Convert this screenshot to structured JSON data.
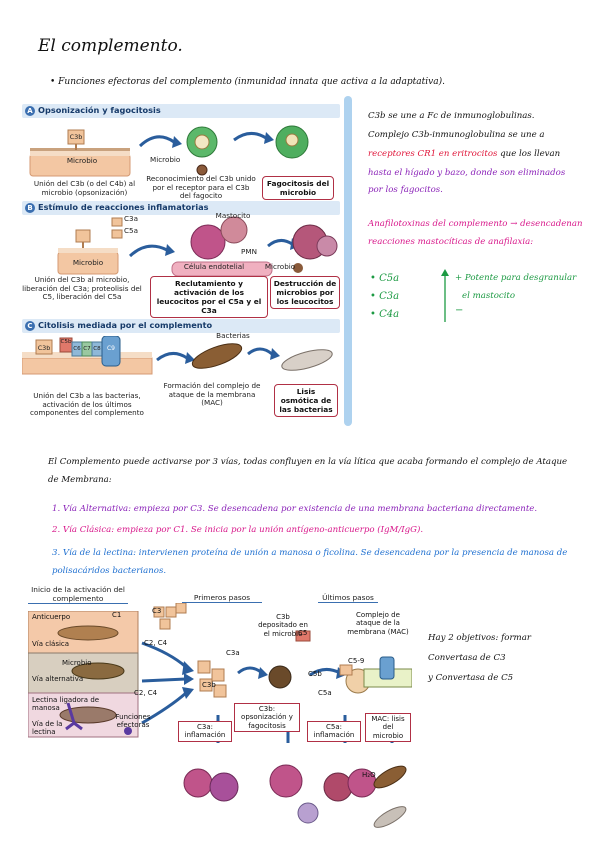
{
  "title": "El complemento.",
  "intro": "• Funciones efectoras del complemento (inmunidad innata que activa a la adaptativa).",
  "figure1": {
    "sections": [
      {
        "letter": "A",
        "title": "Opsonización y fagocitosis"
      },
      {
        "letter": "B",
        "title": "Estímulo de reacciones inflamatorias"
      },
      {
        "letter": "C",
        "title": "Citolisis mediada por el complemento"
      }
    ],
    "a_cap1": "Unión del C3b (o del C4b) al microbio (opsonización)",
    "a_microbio_label": "Microbio",
    "a_c3b": "C3b",
    "a_microbio2": "Microbio",
    "a_cap2": "Reconocimiento del C3b unido por el receptor para el C3b del fagocito",
    "a_box": "Fagocitosis del microbio",
    "b_c3a": "C3a",
    "b_c5a": "C5a",
    "b_mastocito": "Mastocito",
    "b_pmn": "PMN",
    "b_celula": "Célula endotelial",
    "b_microbio": "Microbio",
    "b_microbio2": "Microbio",
    "b_cap1": "Unión del C3b al microbio, liberación del C3a; proteolisis del C5, liberación del C5a",
    "b_box1": "Reclutamiento y activación de los leucocitos por el C5a y el C3a",
    "b_box2": "Destrucción de microbios por los leucocitos",
    "c_bacterias": "Bacterias",
    "c_c3b": "C3b",
    "c_c5b": "C5b",
    "c_c6": "C6",
    "c_c7": "C7",
    "c_c8": "C8",
    "c_c9": "C9",
    "c_cap1": "Unión del C3b a las bacterias, activación de los últimos componentes del complemento",
    "c_cap2": "Formación del complejo de ataque de la membrana (MAC)",
    "c_box": "Lisis osmótica de las bacterias"
  },
  "notes_right": {
    "l1": "C3b se une a Fc de inmunoglobulinas.",
    "l2": "Complejo C3b-inmunoglobulina se une a",
    "l3_a": "receptores CR1 en eritrocitos",
    "l3_b": "que los llevan",
    "l4": "hasta el hígado y bazo, donde son eliminados",
    "l5": "por los fagocitos.",
    "anafi1": "Anafilotoxinas del complemento → desencadenan reacciones mastocíticas de anafilaxia:",
    "list": [
      "• C5a",
      "• C3a",
      "• C4a"
    ],
    "potente1": "+ Potente para desgranular",
    "potente2": "el mastocito",
    "minus": "−"
  },
  "para2": "El Complemento puede activarse por 3 vías, todas confluyen en la vía lítica que acaba formando el complejo de Ataque de Membrana:",
  "vias": [
    "1. Vía Alternativa: empieza por C3. Se desencadena por existencia de una membrana bacteriana directamente.",
    "2. Vía Clásica: empieza por C1. Se inicia por la unión antígeno-anticuerpo (IgM/IgG).",
    "3. Vía de la lectina: intervienen proteína de unión a manosa o ficolina. Se desencadena por la presencia de manosa de polisacáridos bacterianos."
  ],
  "figure2": {
    "inicio": "Inicio de la activación del complemento",
    "primeros": "Primeros pasos",
    "ultimos": "Últimos pasos",
    "anticuerpo": "Anticuerpo",
    "c1": "C1",
    "via_clasica": "Vía clásica",
    "microbio": "Microbio",
    "via_alternativa": "Vía alternativa",
    "lectina": "Lectina ligadora de manosa",
    "via_lectina": "Vía de la lectina",
    "c2c4_1": "C2, C4",
    "c2c4_2": "C2, C4",
    "c3": "C3",
    "c3a": "C3a",
    "c3b": "C3b",
    "c3b_dep": "C3b depositado en el microbio",
    "c5": "C5",
    "c5b": "C5b",
    "c5a": "C5a",
    "mac_title": "Complejo de ataque de la membrana (MAC)",
    "c59": "C5-9",
    "funciones": "Funciones efectoras",
    "f1": "C3a: inflamación",
    "f2": "C3b: opsonización y fagocitosis",
    "f3": "C5a: inflamación",
    "f4": "MAC: lisis del microbio",
    "h2o": "H₂O"
  },
  "notes2": {
    "l1": "Hay 2 objetivos: formar",
    "l2": "Convertasa de C3",
    "l3": "y Convertasa de C5"
  }
}
